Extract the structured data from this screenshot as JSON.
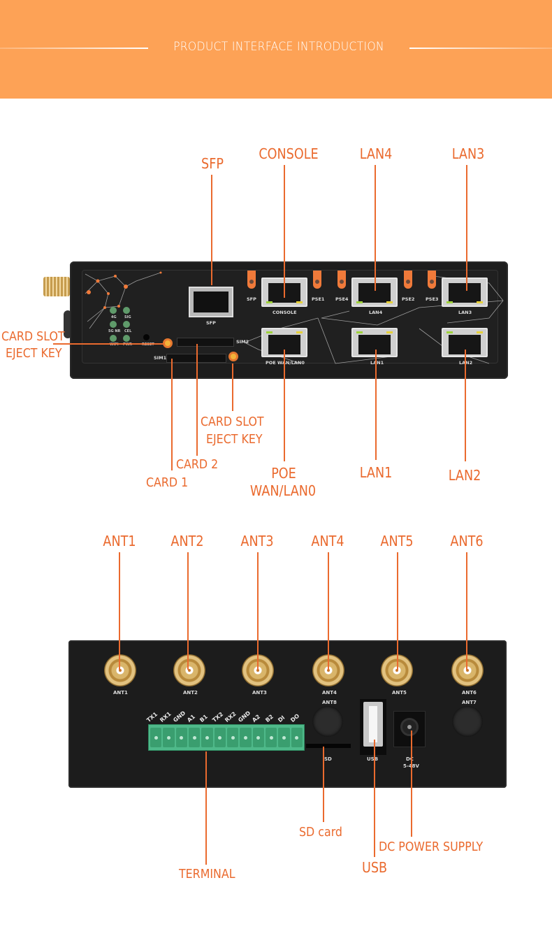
{
  "header": {
    "title": "PRODUCT INTERFACE INTRODUCTION",
    "background": "#fda256"
  },
  "accent_color": "#ea6a2e",
  "front_panel": {
    "callouts": {
      "sfp": "SFP",
      "console": "CONSOLE",
      "lan4": "LAN4",
      "lan3": "LAN3",
      "eject_left_line1": "CARD SLOT",
      "eject_left_line2": "EJECT KEY",
      "eject_right_line1": "CARD SLOT",
      "eject_right_line2": "EJECT KEY",
      "card2": "CARD 2",
      "card1": "CARD 1",
      "poe_line1": "POE",
      "poe_line2": "WAN/LAN0",
      "lan1": "LAN1",
      "lan2": "LAN2"
    },
    "printed": {
      "sfp_port": "SFP",
      "console": "CONSOLE",
      "lan4": "LAN4",
      "lan3": "LAN3",
      "poe": "POE WAN/LAN0",
      "lan1": "LAN1",
      "lan2": "LAN2",
      "tabs": [
        "SFP",
        "PSE1",
        "PSE4",
        "PSE2",
        "PSE3"
      ],
      "leds": [
        "4G",
        "SIG",
        "5G NR",
        "CEL",
        "WIFI",
        "PWR"
      ],
      "reset": "RESET",
      "sim1": "SIM1",
      "sim2": "SIM2"
    }
  },
  "rear_panel": {
    "callouts": {
      "ant1": "ANT1",
      "ant2": "ANT2",
      "ant3": "ANT3",
      "ant4": "ANT4",
      "ant5": "ANT5",
      "ant6": "ANT6",
      "sd": "SD card",
      "usb": "USB",
      "dc": "DC POWER SUPPLY",
      "terminal": "TERMINAL"
    },
    "printed": {
      "antennas": [
        "ANT1",
        "ANT2",
        "ANT3",
        "ANT4",
        "ANT5",
        "ANT6"
      ],
      "ant8": "ANT8",
      "ant7": "ANT7",
      "terminal_pins": [
        "TX1",
        "RX1",
        "GND",
        "A1",
        "B1",
        "TX2",
        "RX2",
        "GND",
        "A2",
        "B2",
        "DI",
        "DO"
      ],
      "sd": "SD",
      "usb": "USB",
      "dc_line1": "DC",
      "dc_line2": "5-48V"
    }
  }
}
